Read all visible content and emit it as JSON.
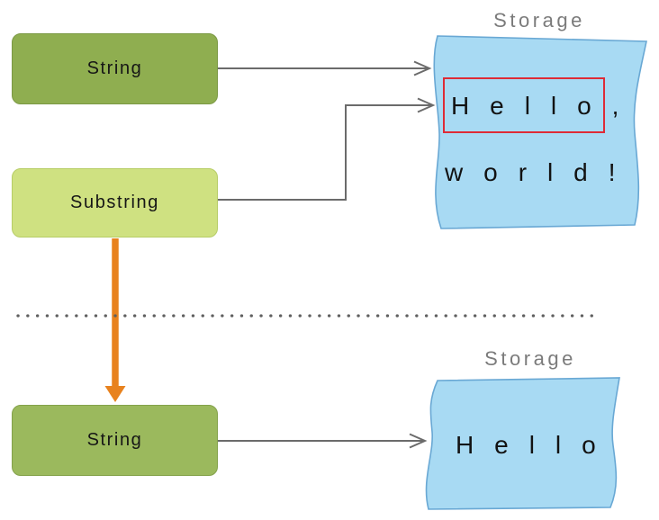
{
  "top_section": {
    "string_box_label": "String",
    "substring_box_label": "Substring",
    "storage_label": "Storage",
    "storage_text_line1": "Hello,",
    "storage_text_line2": "world!"
  },
  "bottom_section": {
    "string_box_label": "String",
    "storage_label": "Storage",
    "storage_text_line1": "Hello"
  },
  "colors": {
    "string_box_green_top": "#8FAE50",
    "string_box_green_bottom": "#9BB95D",
    "substring_box_green": "#CFE181",
    "storage_blue_fill": "#A8DAF3",
    "storage_blue_stroke": "#69A8D4",
    "highlight_red": "#DE2B36",
    "orange_arrow": "#E8821E",
    "connector_gray": "#6B6B6B",
    "separator_gray": "#5F5F5F",
    "label_gray": "#7B7B7B"
  }
}
